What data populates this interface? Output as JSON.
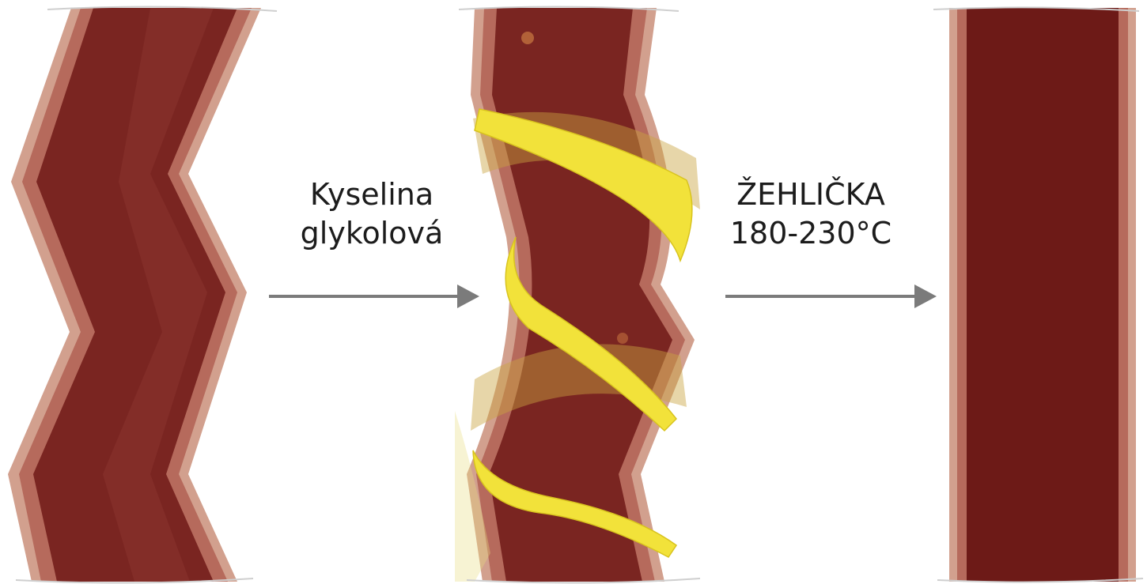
{
  "steps": [
    {
      "line1": "Kyselina",
      "line2": "glykolová"
    },
    {
      "line1": "ŽEHLIČKA",
      "line2": "180-230°C"
    }
  ],
  "colors": {
    "hair_outer": "#d2a08e",
    "hair_mid": "#b66a5c",
    "hair_core": "#7a2521",
    "hair_core_straight": "#6d1a17",
    "coating": "#f2e23a",
    "arrow": "#7b7b7b"
  }
}
